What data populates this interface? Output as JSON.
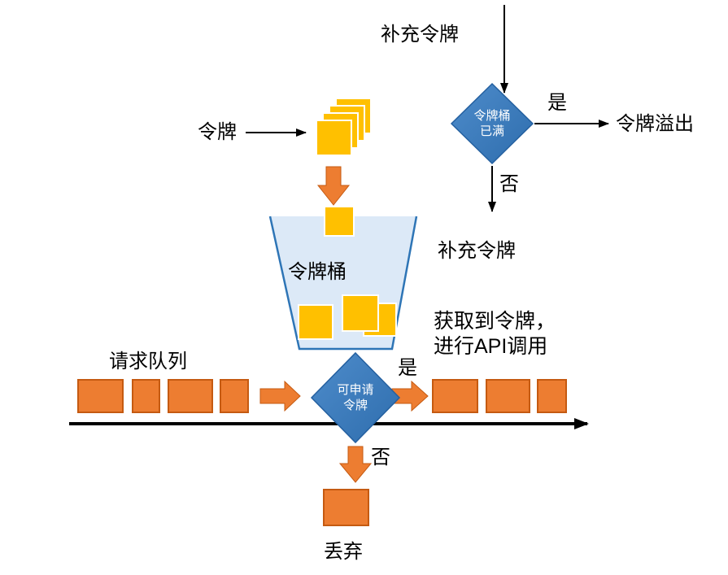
{
  "colors": {
    "gold": "#FFC000",
    "orange": "#ED7D31",
    "orange_border": "#C55A11",
    "diamond_blue": "#3878BC",
    "diamond_border": "#2460A0",
    "bucket_fill": "#DCE9F7",
    "bucket_border": "#2E75B6",
    "line": "#000000"
  },
  "labels": {
    "replenish_top": "补充令牌",
    "token": "令牌",
    "bucket": "令牌桶",
    "bucket_full_line1": "令牌桶",
    "bucket_full_line2": "已满",
    "yes_top": "是",
    "overflow": "令牌溢出",
    "no_top": "否",
    "replenish_bottom": "补充令牌",
    "request_queue": "请求队列",
    "can_request_line1": "可申请",
    "can_request_line2": "令牌",
    "yes_bottom": "是",
    "api_line1": "获取到令牌，",
    "api_line2": "进行API调用",
    "no_bottom": "否",
    "discard": "丢弃"
  }
}
